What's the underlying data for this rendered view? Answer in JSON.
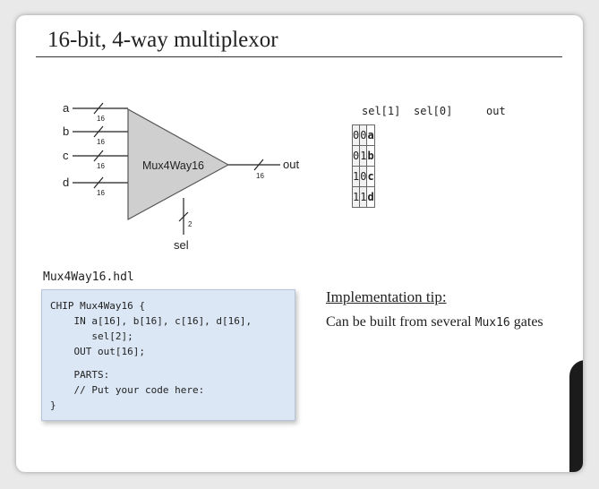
{
  "slide": {
    "title": "16-bit, 4-way multiplexor"
  },
  "diagram": {
    "chip_label": "Mux4Way16",
    "inputs": [
      "a",
      "b",
      "c",
      "d"
    ],
    "input_width": "16",
    "output_label": "out",
    "output_width": "16",
    "select_label": "sel",
    "select_width": "2"
  },
  "truth_table": {
    "headers": [
      "sel[1]",
      "sel[0]",
      "out"
    ],
    "rows": [
      [
        "0",
        "0",
        "a"
      ],
      [
        "0",
        "1",
        "b"
      ],
      [
        "1",
        "0",
        "c"
      ],
      [
        "1",
        "1",
        "d"
      ]
    ]
  },
  "code": {
    "filename": "Mux4Way16.hdl",
    "lines": [
      "CHIP Mux4Way16 {",
      "    IN a[16], b[16], c[16], d[16],",
      "       sel[2];",
      "    OUT out[16];",
      "",
      "    PARTS:",
      "    // Put your code here:",
      "}"
    ]
  },
  "tip": {
    "heading": "Implementation tip:",
    "text_before": "Can be built from several ",
    "code_word": "Mux16",
    "text_after": " gates"
  }
}
